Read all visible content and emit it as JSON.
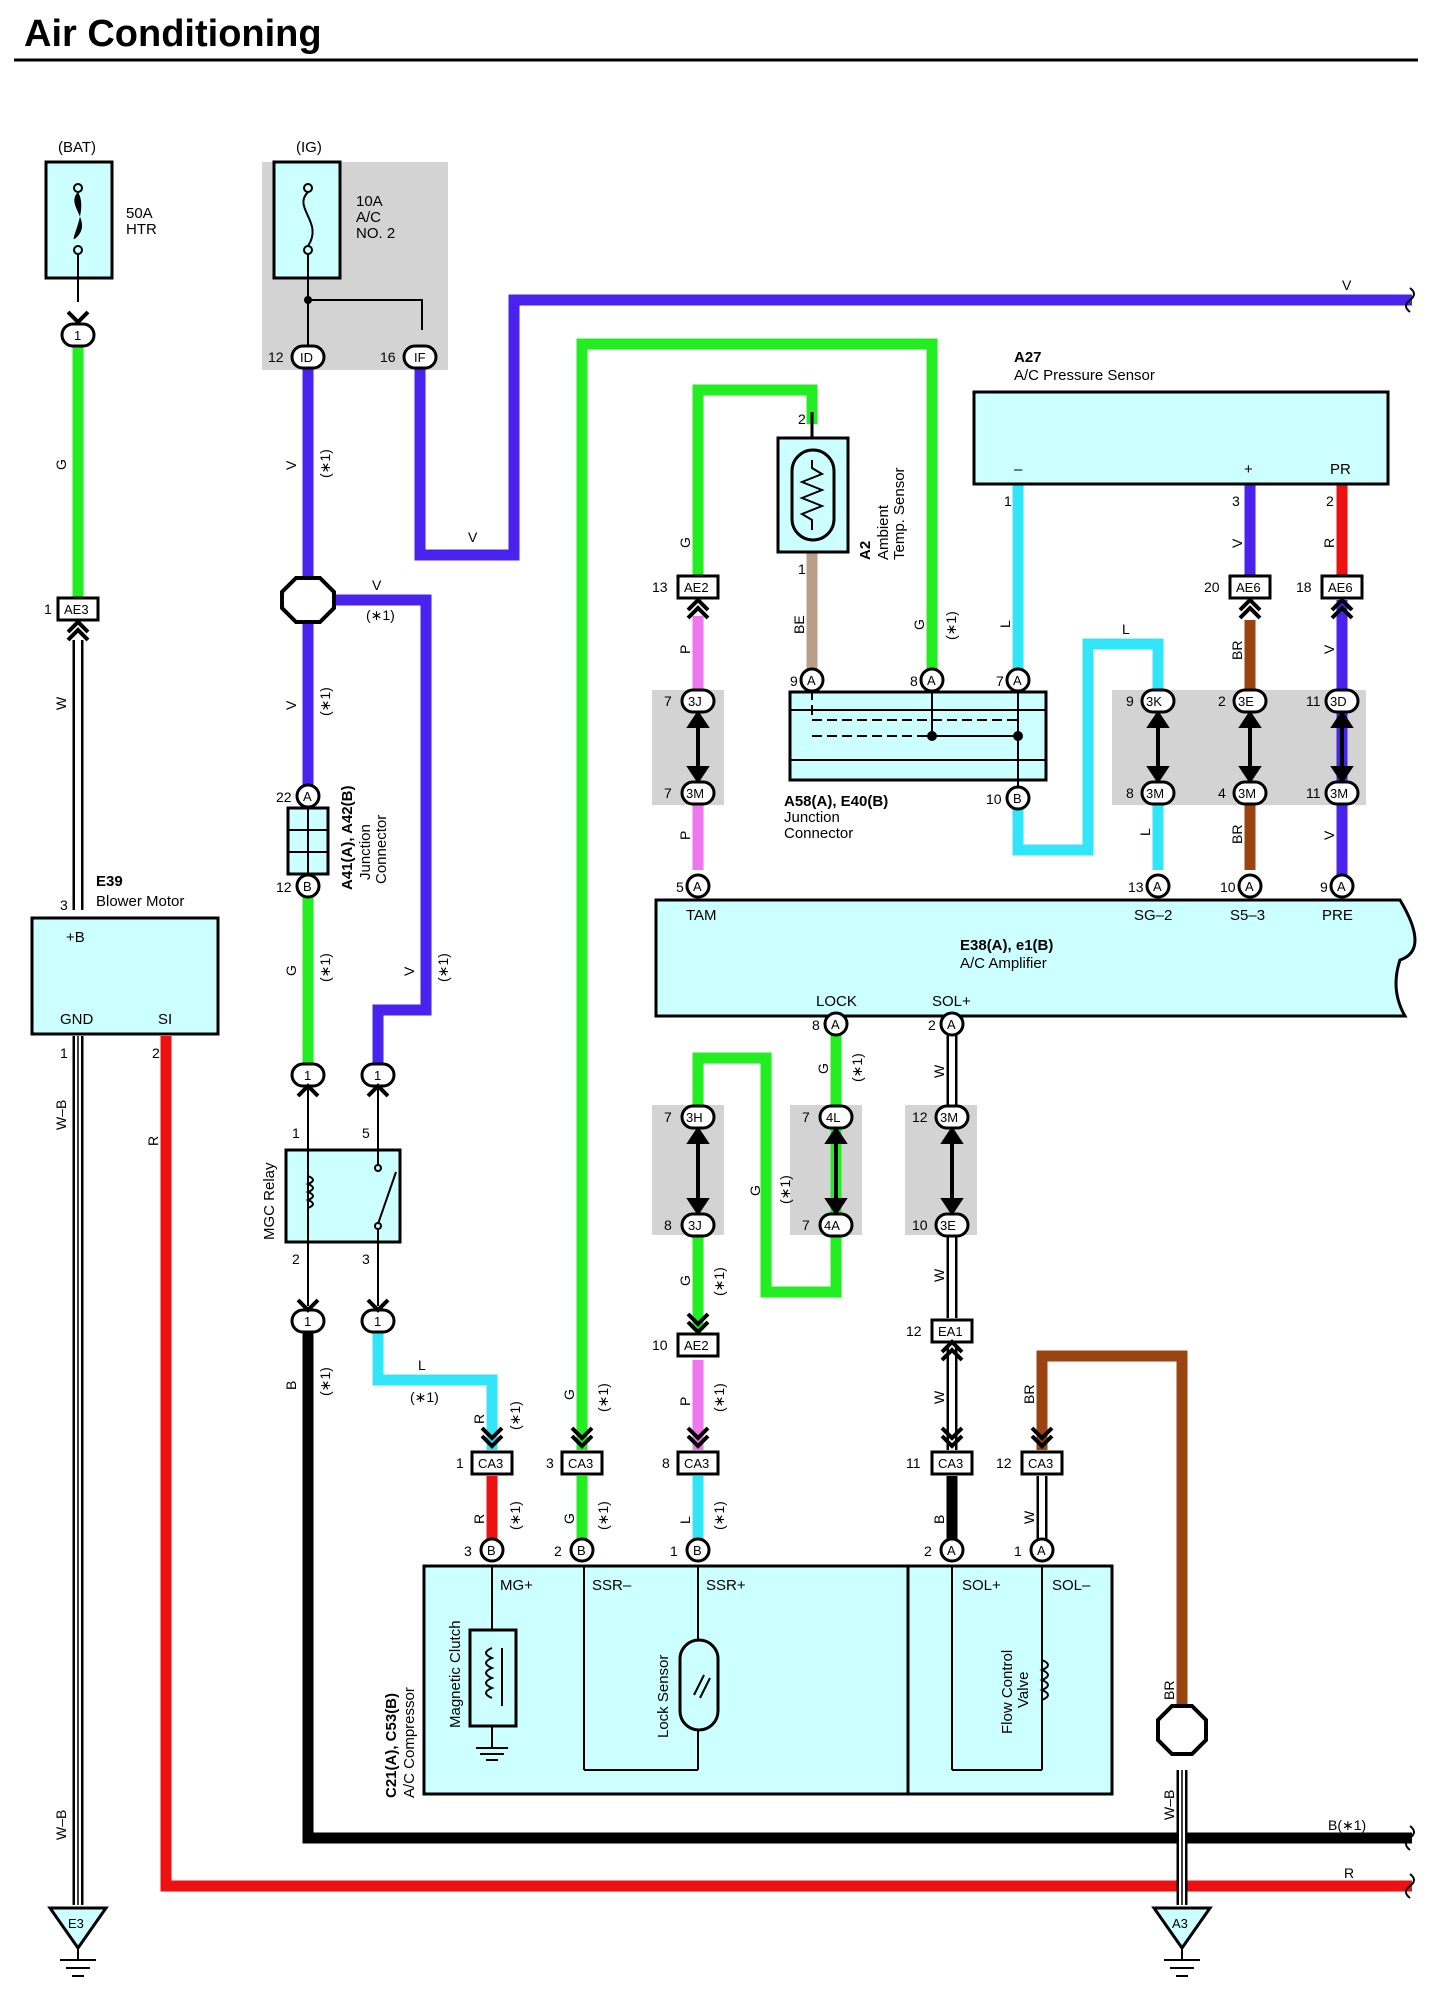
{
  "title": "Air Conditioning",
  "colors": {
    "V": "#4a22ee",
    "G": "#22ee22",
    "L": "#33e5f8",
    "R": "#ee1111",
    "P": "#ee77ee",
    "BR": "#994411",
    "BE": "#b8a088",
    "B": "#000000",
    "W": "#ffffff",
    "box": "#ccffff",
    "shade": "#d3d3d3"
  },
  "power": {
    "bat_label": "(BAT)",
    "ig_label": "(IG)",
    "fuse1": {
      "amp": "50A",
      "name": "HTR"
    },
    "fuse2": {
      "amp": "10A",
      "name1": "A/C",
      "name2": "NO. 2"
    }
  },
  "components": {
    "e39": {
      "id": "E39",
      "name": "Blower Motor",
      "pin_b": "+B",
      "pin_gnd": "GND",
      "pin_si": "SI"
    },
    "a27": {
      "id": "A27",
      "name": "A/C Pressure Sensor",
      "pin_minus": "–",
      "pin_plus": "+",
      "pin_pr": "PR"
    },
    "a2": {
      "id": "A2",
      "name1": "Ambient",
      "name2": "Temp. Sensor"
    },
    "a58": {
      "id": "A58(A), E40(B)",
      "name1": "Junction",
      "name2": "Connector"
    },
    "a41": {
      "id": "A41(A), A42(B)",
      "name1": "Junction",
      "name2": "Connector"
    },
    "e38": {
      "id": "E38(A), e1(B)",
      "name": "A/C Amplifier",
      "pins": [
        "TAM",
        "SG–2",
        "S5–3",
        "PRE",
        "LOCK",
        "SOL+"
      ]
    },
    "relay": {
      "name": "MGC Relay"
    },
    "compressor": {
      "id": "C21(A), C53(B)",
      "name": "A/C Compressor",
      "pins": [
        "MG+",
        "SSR–",
        "SSR+",
        "SOL+",
        "SOL–"
      ],
      "clutch": "Magnetic Clutch",
      "lock_sensor": "Lock Sensor",
      "fcv1": "Flow Control",
      "fcv2": "Valve"
    }
  },
  "grounds": [
    "E3",
    "A3"
  ],
  "right_edge_labels": [
    "V",
    "B(∗1)",
    "R"
  ],
  "note": "(∗1)"
}
